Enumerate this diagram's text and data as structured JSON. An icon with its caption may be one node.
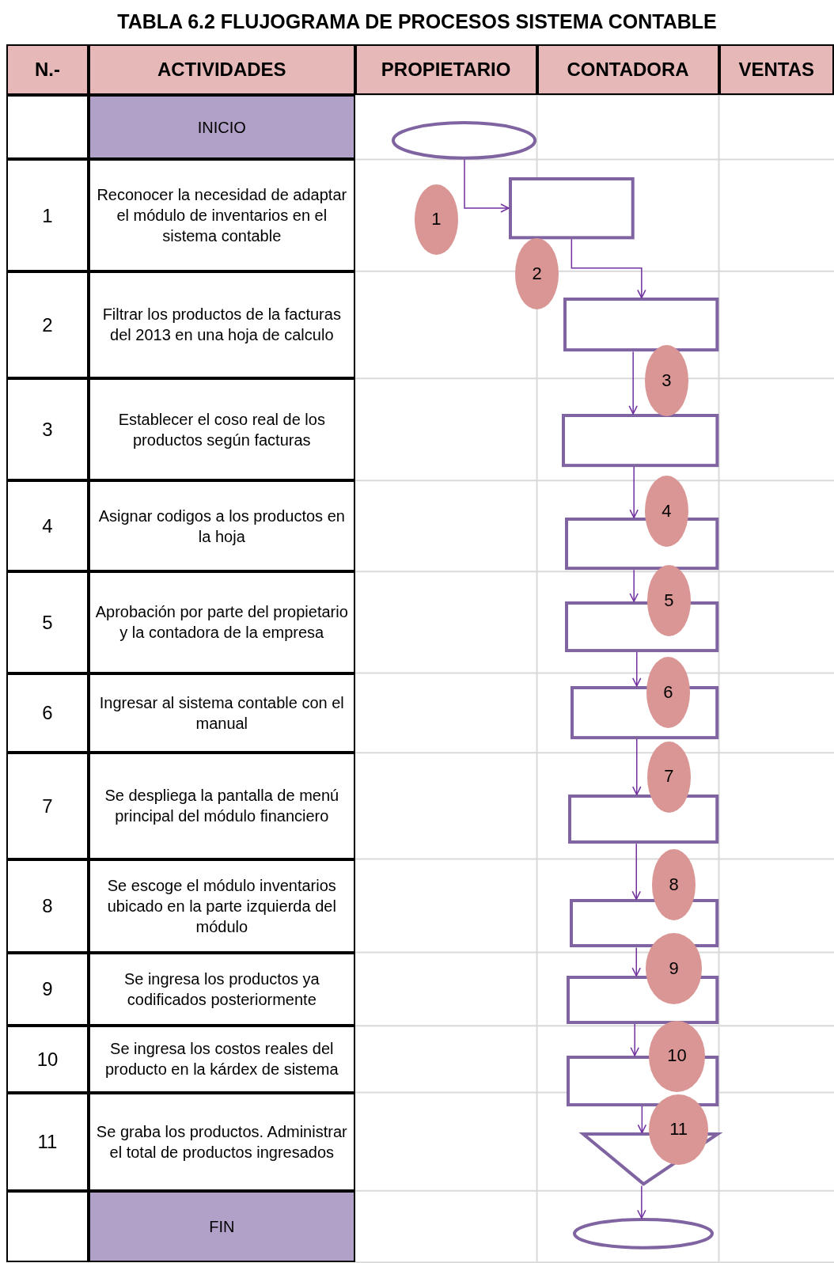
{
  "diagram": {
    "title": "TABLA 6.2 FLUJOGRAMA DE PROCESOS SISTEMA CONTABLE",
    "nodes": [
      {
        "text": [],
        "shape": "ellipse"
      },
      {
        "text": [],
        "shape": "box"
      },
      {
        "text": [],
        "shape": "box"
      },
      {
        "text": [],
        "shape": "box"
      },
      {
        "text": [],
        "shape": "box"
      },
      {
        "text": [],
        "shape": "box"
      },
      {
        "text": [],
        "shape": "box"
      },
      {
        "text": [],
        "shape": "box"
      },
      {
        "text": [],
        "shape": "box"
      },
      {
        "text": [],
        "shape": "box"
      },
      {
        "text": [],
        "shape": "box"
      },
      {
        "text": [],
        "shape": "triangle"
      },
      {
        "text": [],
        "shape": "ellipse"
      },
      {
        "text": [
          "1"
        ]
      },
      {
        "text": [
          "2"
        ]
      },
      {
        "text": [
          "3"
        ]
      },
      {
        "text": [
          "4"
        ]
      },
      {
        "text": [
          "5"
        ]
      },
      {
        "text": [
          "6"
        ]
      },
      {
        "text": [
          "7"
        ]
      },
      {
        "text": [
          "8"
        ]
      },
      {
        "text": [
          "9"
        ]
      },
      {
        "text": [
          "10"
        ]
      },
      {
        "text": [
          "11"
        ]
      }
    ],
    "edges": [
      {
        "from": 0,
        "to": 1,
        "arrow": "to"
      },
      {
        "from": 1,
        "to": 2,
        "arrow": "to"
      },
      {
        "from": 2,
        "to": 3,
        "arrow": "to"
      },
      {
        "from": 3,
        "to": 4,
        "arrow": "to"
      },
      {
        "from": 4,
        "to": 5,
        "arrow": "to"
      },
      {
        "from": 5,
        "to": 6,
        "arrow": "to"
      },
      {
        "from": 6,
        "to": 7,
        "arrow": "to"
      },
      {
        "from": 7,
        "to": 8,
        "arrow": "to"
      },
      {
        "from": 8,
        "to": 9,
        "arrow": "to"
      },
      {
        "from": 9,
        "to": 10,
        "arrow": "to"
      },
      {
        "from": 10,
        "to": 11,
        "arrow": "to"
      },
      {
        "from": 11,
        "to": 12,
        "arrow": "to"
      }
    ],
    "labels": [
      "N.-",
      "ACTIVIDADES",
      "PROPIETARIO",
      "CONTADORA",
      "VENTAS",
      "INICIO",
      "1",
      "Reconocer la necesidad de adaptar el módulo de inventarios en el sistema contable",
      "2",
      "Filtrar los productos de la facturas del 2013 en una hoja de calculo",
      "3",
      "Establecer el coso real de los productos según facturas",
      "4",
      "Asignar codigos a los productos en la hoja",
      "5",
      "Aprobación por parte del propietario y la contadora de la empresa",
      "6",
      "Ingresar al sistema contable con el manual",
      "7",
      "Se despliega la pantalla de menú principal del módulo financiero",
      "8",
      "Se escoge el módulo inventarios ubicado en la parte izquierda del módulo",
      "9",
      "Se ingresa los productos ya codificados posteriormente",
      "10",
      "Se ingresa los costos reales del producto en la kárdex de sistema",
      "11",
      "Se graba los productos. Administrar el total de productos ingresados",
      "FIN"
    ]
  }
}
